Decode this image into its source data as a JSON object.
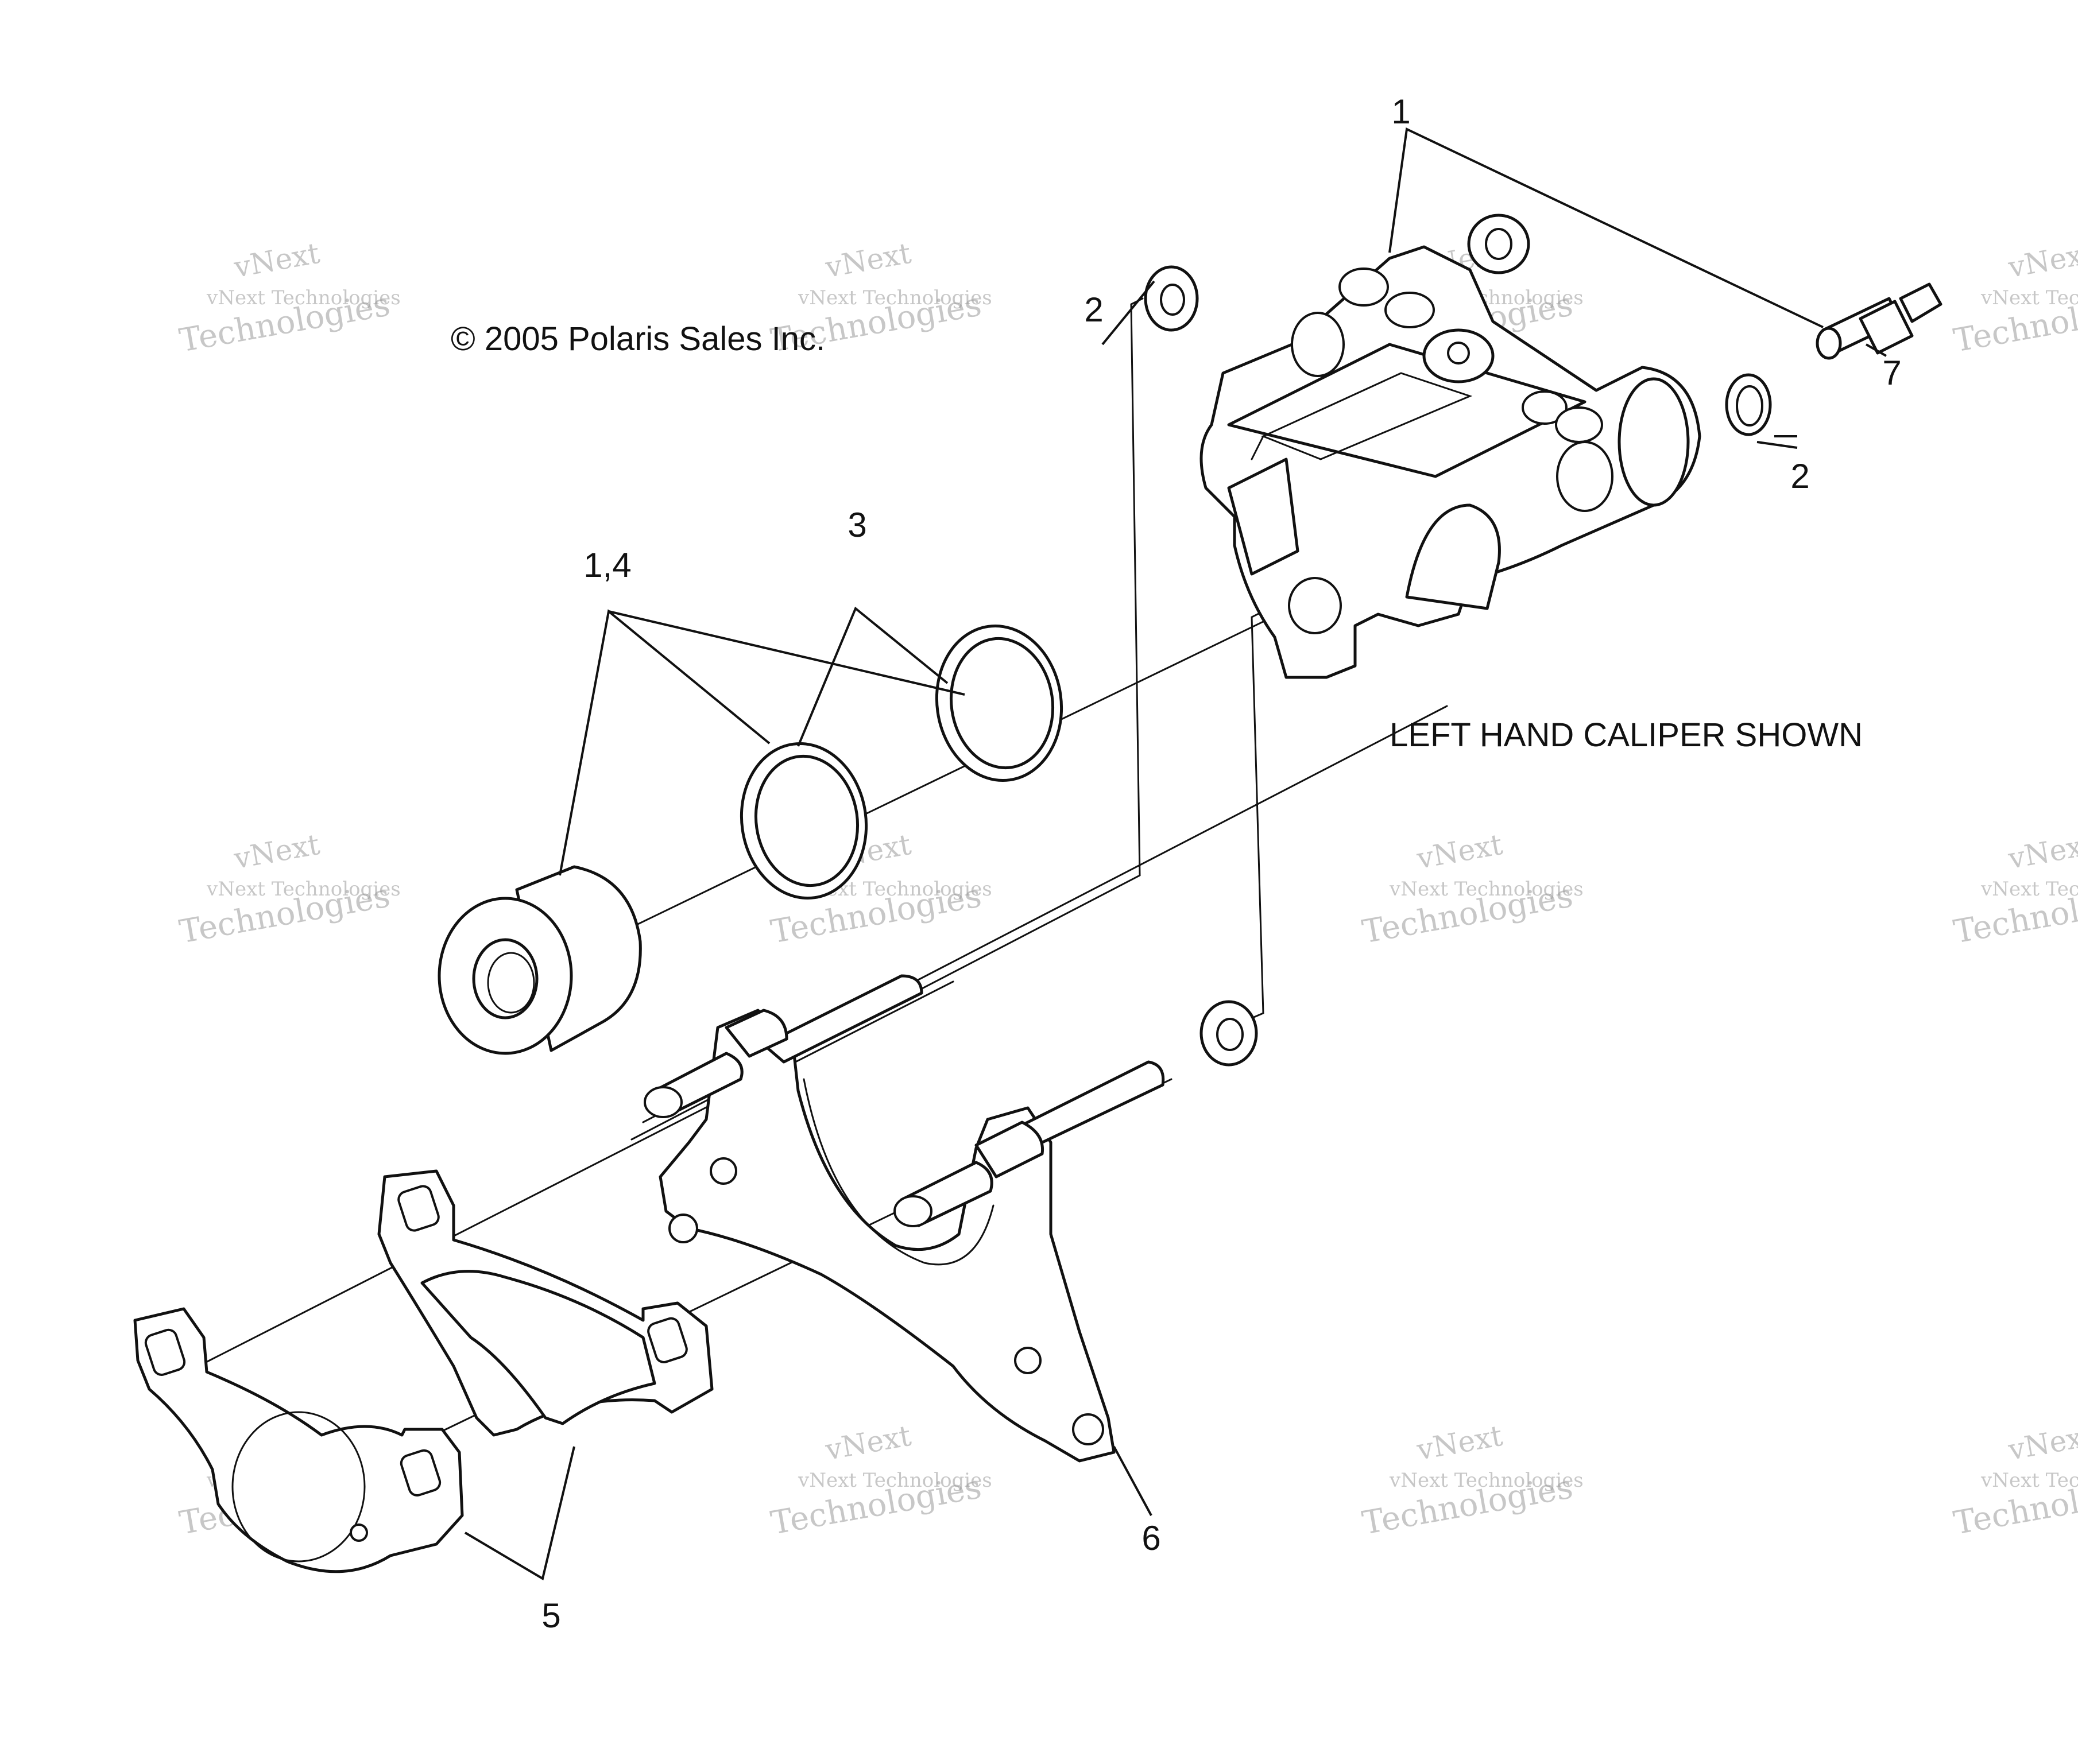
{
  "copyright": "© 2005 Polaris Sales Inc.",
  "caption": "LEFT HAND CALIPER SHOWN",
  "watermark": {
    "line1": "vNext Technologies",
    "line2": "Technologies",
    "line3": "vNext"
  },
  "callouts": {
    "caliper_assembly": "1",
    "washer_top": "2",
    "washer_right": "2",
    "seal_rings": "3",
    "piston": "1,4",
    "brake_pads": "5",
    "mounting_bracket": "6",
    "bleeder_screw": "7"
  }
}
